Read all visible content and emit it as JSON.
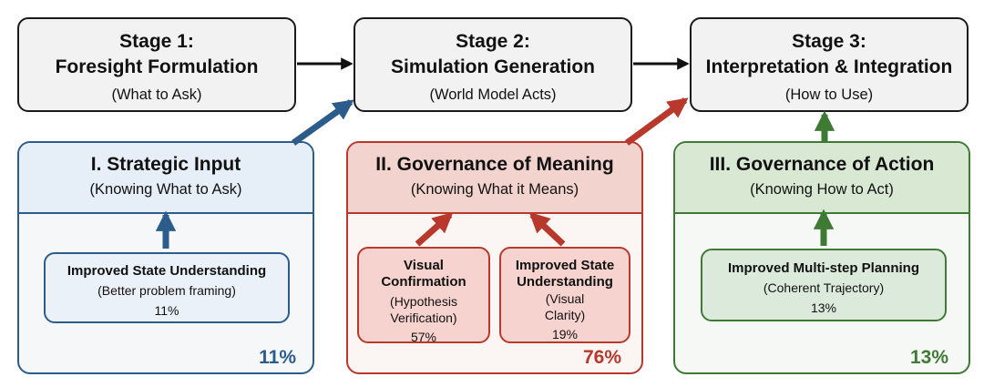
{
  "stages": [
    {
      "title": "Stage 1:",
      "name": "Foresight Formulation",
      "caption": "(What to Ask)"
    },
    {
      "title": "Stage 2:",
      "name": "Simulation Generation",
      "caption": "(World Model Acts)"
    },
    {
      "title": "Stage 3:",
      "name": "Interpretation & Integration",
      "caption": "(How to Use)"
    }
  ],
  "panels": [
    {
      "title": "I. Strategic Input",
      "caption": "(Knowing What to Ask)",
      "total": "11%",
      "items": [
        {
          "title": "Improved State Understanding",
          "detail": "(Better problem framing)",
          "value": "11%"
        }
      ]
    },
    {
      "title": "II. Governance of Meaning",
      "caption": "(Knowing What it Means)",
      "total": "76%",
      "items": [
        {
          "title_l1": "Visual",
          "title_l2": "Confirmation",
          "detail_l1": "(Hypothesis",
          "detail_l2": "Verification)",
          "value": "57%"
        },
        {
          "title_l1": "Improved State",
          "title_l2": "Understanding",
          "detail_l1": "(Visual",
          "detail_l2": "Clarity)",
          "value": "19%"
        }
      ]
    },
    {
      "title": "III. Governance of Action",
      "caption": "(Knowing How to Act)",
      "total": "13%",
      "items": [
        {
          "title": "Improved Multi-step Planning",
          "detail": "(Coherent Trajectory)",
          "value": "13%"
        }
      ]
    }
  ],
  "colors": {
    "blue": "#2c5c8c",
    "red": "#b8392c",
    "green": "#3f7a35",
    "black": "#111111"
  }
}
